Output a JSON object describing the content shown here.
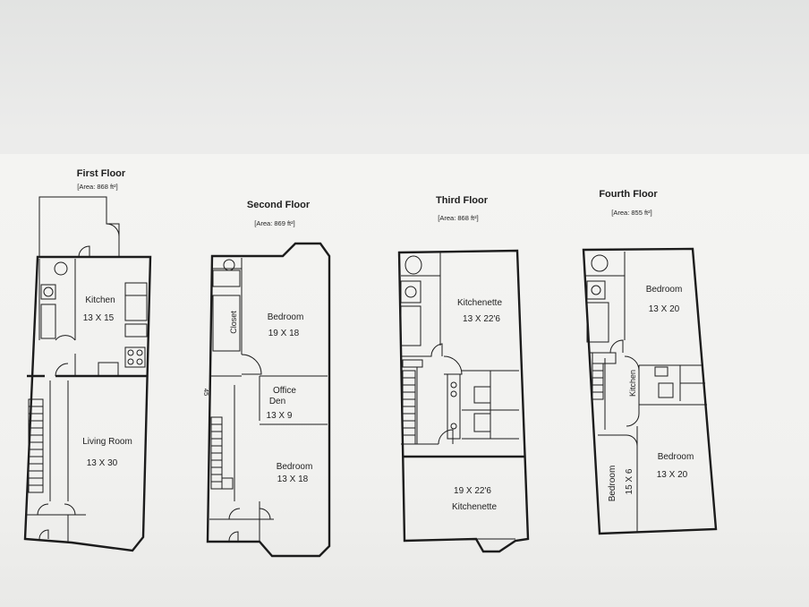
{
  "floors": [
    {
      "title": "First Floor",
      "area": "[Area: 868 ft²]",
      "rooms": [
        {
          "name": "Kitchen",
          "dims": "13 X 15"
        },
        {
          "name": "Living Room",
          "dims": "13 X 30"
        }
      ]
    },
    {
      "title": "Second Floor",
      "area": "[Area: 869 ft²]",
      "rooms": [
        {
          "name": "Closet"
        },
        {
          "name": "Bedroom",
          "dims": "19 X 18"
        },
        {
          "name_line1": "Office",
          "name_line2": "Den",
          "dims": "13 X 9"
        },
        {
          "name": "Bedroom",
          "dims": "13 X 18"
        }
      ],
      "marker": "45"
    },
    {
      "title": "Third Floor",
      "area": "[Area: 868 ft²]",
      "rooms": [
        {
          "name": "Kitchenette",
          "dims": "13 X 22'6"
        },
        {
          "name": "Kitchenette",
          "dims": "19 X 22'6"
        }
      ]
    },
    {
      "title": "Fourth Floor",
      "area": "[Area: 855 ft²]",
      "rooms": [
        {
          "name": "Bedroom",
          "dims": "13 X 20"
        },
        {
          "name": "Kitchen"
        },
        {
          "name": "Bedroom",
          "dims": "13 X 20"
        },
        {
          "name": "Bedroom",
          "dims": "15 X 6"
        }
      ]
    }
  ]
}
